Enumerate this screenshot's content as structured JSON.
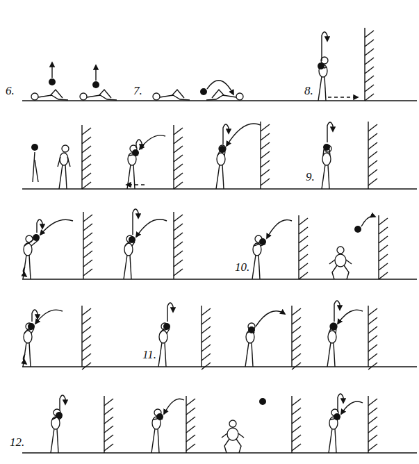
{
  "diagram": {
    "labels": [
      "6.",
      "7.",
      "8.",
      "9.",
      "10.",
      "11.",
      "12."
    ]
  }
}
